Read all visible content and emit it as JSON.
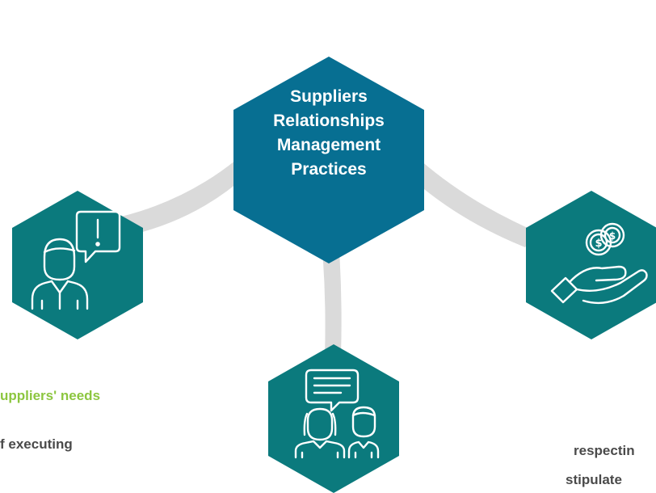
{
  "center": {
    "lines": [
      "Suppliers",
      "Relationships",
      "Management",
      "Practices"
    ]
  },
  "nodes": [
    {
      "id": "left",
      "icon": "person-alert-speech-icon"
    },
    {
      "id": "bottom",
      "icon": "two-people-chat-icon"
    },
    {
      "id": "right",
      "icon": "hand-coins-icon"
    }
  ],
  "captions": {
    "left_green": "uppliers' needs",
    "left_dark": "f executing",
    "right_line1": "respectin",
    "right_line2": "stipulate"
  },
  "colors": {
    "hex_center": "#076f92",
    "hex_nodes": "#0b7a7d",
    "connector": "#dadada",
    "accent_green": "#8cc63f",
    "text_dark": "#4a4a4a"
  }
}
